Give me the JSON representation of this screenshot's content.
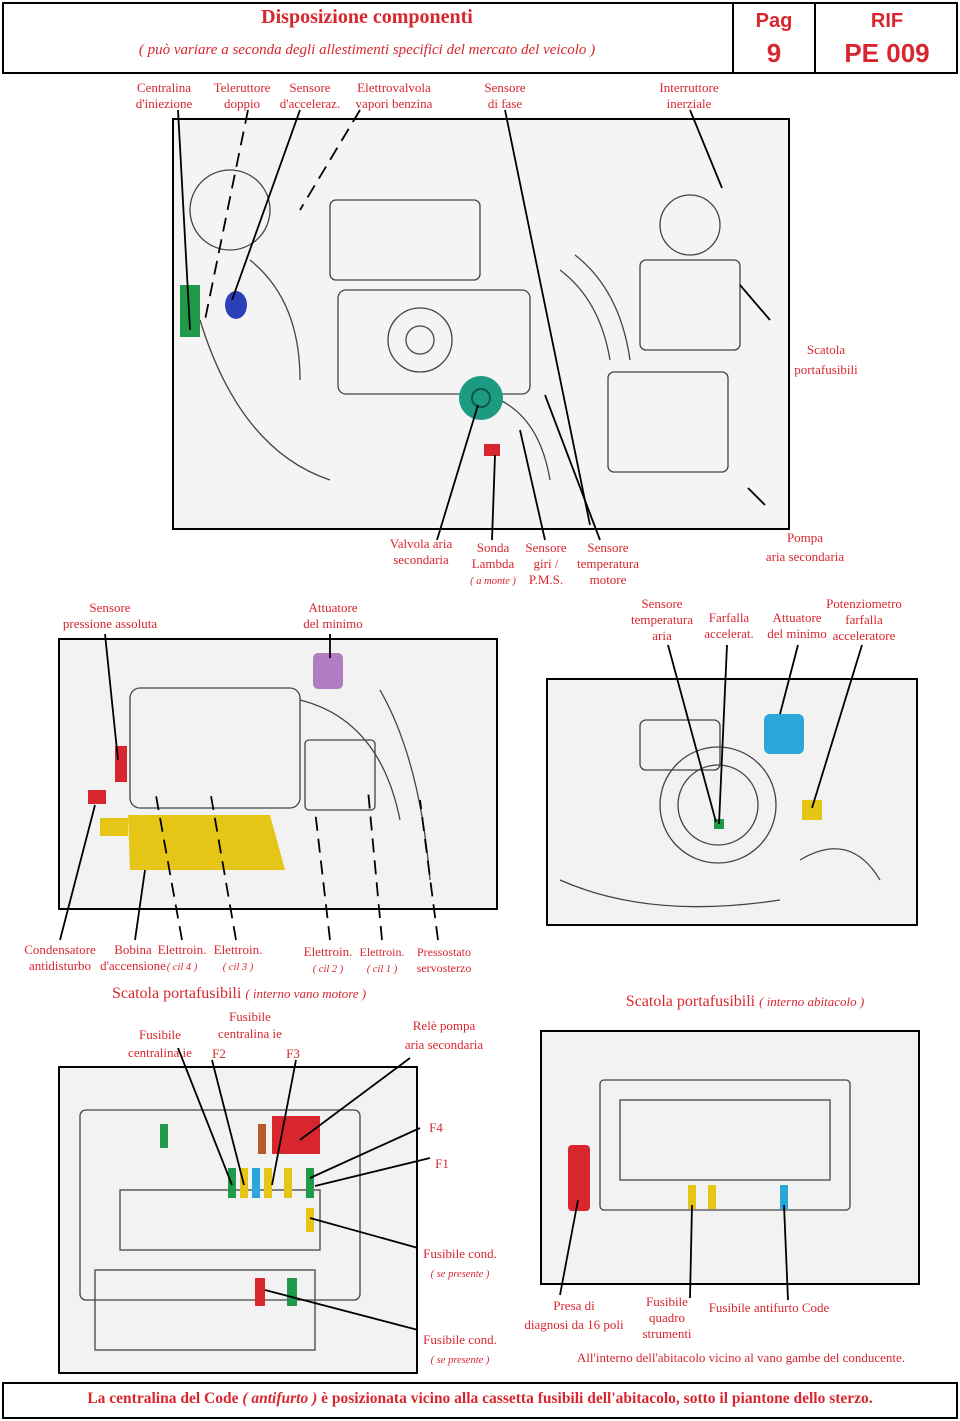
{
  "header": {
    "title": "Disposizione componenti",
    "subtitle": "( può variare a seconda degli allestimenti specifici del mercato del veicolo )",
    "pag_label": "Pag",
    "pag_value": "9",
    "rif_label": "RIF",
    "rif_value": "PE 009"
  },
  "engine_top": {
    "centralina": [
      "Centralina",
      "d'iniezione"
    ],
    "teleruttore": [
      "Teleruttore",
      "doppio"
    ],
    "sensore_acc": [
      "Sensore",
      "d'acceleraz."
    ],
    "elettrovalvola": [
      "Elettrovalvola",
      "vapori benzina"
    ],
    "sensore_fase": [
      "Sensore",
      "di fase"
    ],
    "interruttore": [
      "Interruttore",
      "inerziale"
    ],
    "scatola": [
      "Scatola",
      "portafusibili"
    ],
    "valvola": [
      "Valvola aria",
      "secondaria"
    ],
    "sonda": [
      "Sonda",
      "Lambda",
      "( a monte )"
    ],
    "sensore_giri": [
      "Sensore",
      "giri /",
      "P.M.S."
    ],
    "sensore_temp": [
      "Sensore",
      "temperatura",
      "motore"
    ],
    "pompa": [
      "Pompa",
      "aria secondaria"
    ]
  },
  "engine_mid": {
    "pressione": [
      "Sensore",
      "pressione assoluta"
    ],
    "attuatore_left": [
      "Attuatore",
      "del minimo"
    ],
    "sensore_aria": [
      "Sensore",
      "temperatura",
      "aria"
    ],
    "farfalla": [
      "Farfalla",
      "accelerat."
    ],
    "attuatore_right": [
      "Attuatore",
      "del minimo"
    ],
    "potenziometro": [
      "Potenziometro",
      "farfalla",
      "acceleratore"
    ],
    "condensatore": [
      "Condensatore",
      "antidisturbo"
    ],
    "bobina": [
      "Bobina",
      "d'accensione"
    ],
    "elettroin4": [
      "Elettroin.",
      "( cil 4 )"
    ],
    "elettroin3": [
      "Elettroin.",
      "( cil 3 )"
    ],
    "elettroin2": [
      "Elettroin.",
      "( cil 2 )"
    ],
    "elettroin1": [
      "Elettroin.",
      "( cil 1 )"
    ],
    "pressostato": [
      "Pressostato",
      "servosterzo"
    ]
  },
  "fuse_engine": {
    "title": "Scatola portafusibili",
    "title_note": "( interno vano motore )",
    "fusibile_left": [
      "Fusibile",
      "centralina ie"
    ],
    "fusibile_mid": [
      "Fusibile",
      "centralina ie"
    ],
    "f2": "F2",
    "f3": "F3",
    "rele": [
      "Relè pompa",
      "aria secondaria"
    ],
    "f4": "F4",
    "f1": "F1",
    "cond1": "Fusibile cond.",
    "cond1_note": "( se presente )",
    "cond2": "Fusibile cond.",
    "cond2_note": "( se presente )"
  },
  "fuse_cabin": {
    "title": "Scatola portafusibili",
    "title_note": "( interno abitacolo )",
    "presa": [
      "Presa di",
      "diagnosi da 16 poli"
    ],
    "quadro": [
      "Fusibile",
      "quadro",
      "strumenti"
    ],
    "antifurto": "Fusibile antifurto Code",
    "note": "All'interno dell'abitacolo vicino al vano gambe del conducente."
  },
  "footer": {
    "part1": "La centralina del Code",
    "part2": "( antifurto )",
    "part3": "è posizionata vicino alla cassetta fusibili dell'abitacolo, sotto il piantone dello sterzo."
  },
  "colors": {
    "label_red": "#d8262f",
    "green": "#1f9a4a",
    "blue": "#2b3fb8",
    "teal": "#1d9a82",
    "yellow": "#e5c617",
    "cyan": "#2aa7d8",
    "purple": "#b27cc4"
  }
}
